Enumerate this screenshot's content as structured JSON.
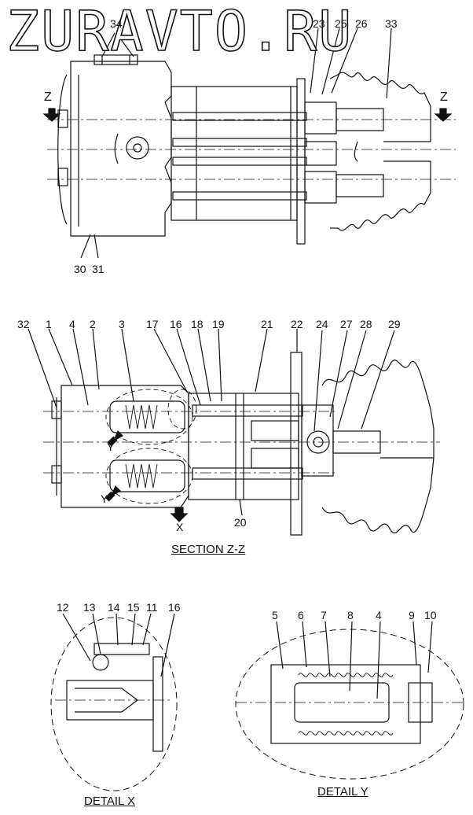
{
  "watermark": "ZURAVTO.RU",
  "top_view": {
    "labels": [
      "34",
      "23",
      "25",
      "26",
      "33",
      "Z",
      "Z",
      "30",
      "31"
    ]
  },
  "section": {
    "caption": "SECTION Z-Z",
    "labels": [
      "32",
      "1",
      "4",
      "2",
      "3",
      "17",
      "16",
      "18",
      "19",
      "21",
      "22",
      "24",
      "27",
      "28",
      "29",
      "Y",
      "Y",
      "X",
      "20"
    ]
  },
  "detail_x": {
    "caption": "DETAIL X",
    "labels": [
      "12",
      "13",
      "14",
      "15",
      "11",
      "16"
    ]
  },
  "detail_y": {
    "caption": "DETAIL Y",
    "labels": [
      "5",
      "6",
      "7",
      "8",
      "4",
      "9",
      "10"
    ]
  }
}
